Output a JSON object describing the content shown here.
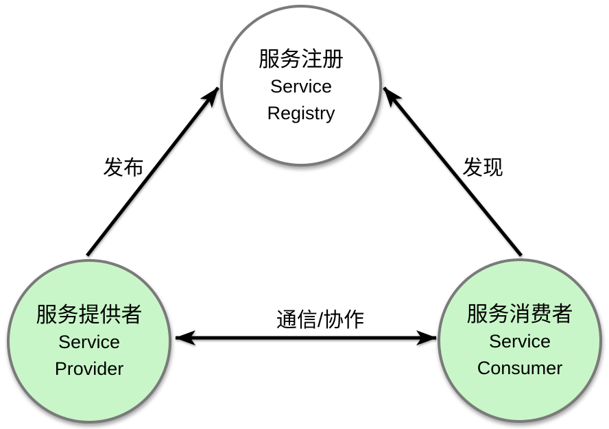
{
  "diagram": {
    "nodes": {
      "registry": {
        "zh": "服务注册",
        "en_line1": "Service",
        "en_line2": "Registry"
      },
      "provider": {
        "zh": "服务提供者",
        "en_line1": "Service",
        "en_line2": "Provider"
      },
      "consumer": {
        "zh": "服务消费者",
        "en_line1": "Service",
        "en_line2": "Consumer"
      }
    },
    "edges": {
      "publish": {
        "label": "发布",
        "from": "provider",
        "to": "registry",
        "direction": "single"
      },
      "discover": {
        "label": "发现",
        "from": "consumer",
        "to": "registry",
        "direction": "single"
      },
      "communicate": {
        "label": "通信/协作",
        "from": "provider",
        "to": "consumer",
        "direction": "double"
      }
    },
    "colors": {
      "registry_fill": "#ffffff",
      "provider_fill": "#c9f6c9",
      "consumer_fill": "#c9f6c9",
      "node_border": "#7a7a7a",
      "arrow": "#000000",
      "text": "#000000",
      "background": "#ffffff"
    }
  }
}
